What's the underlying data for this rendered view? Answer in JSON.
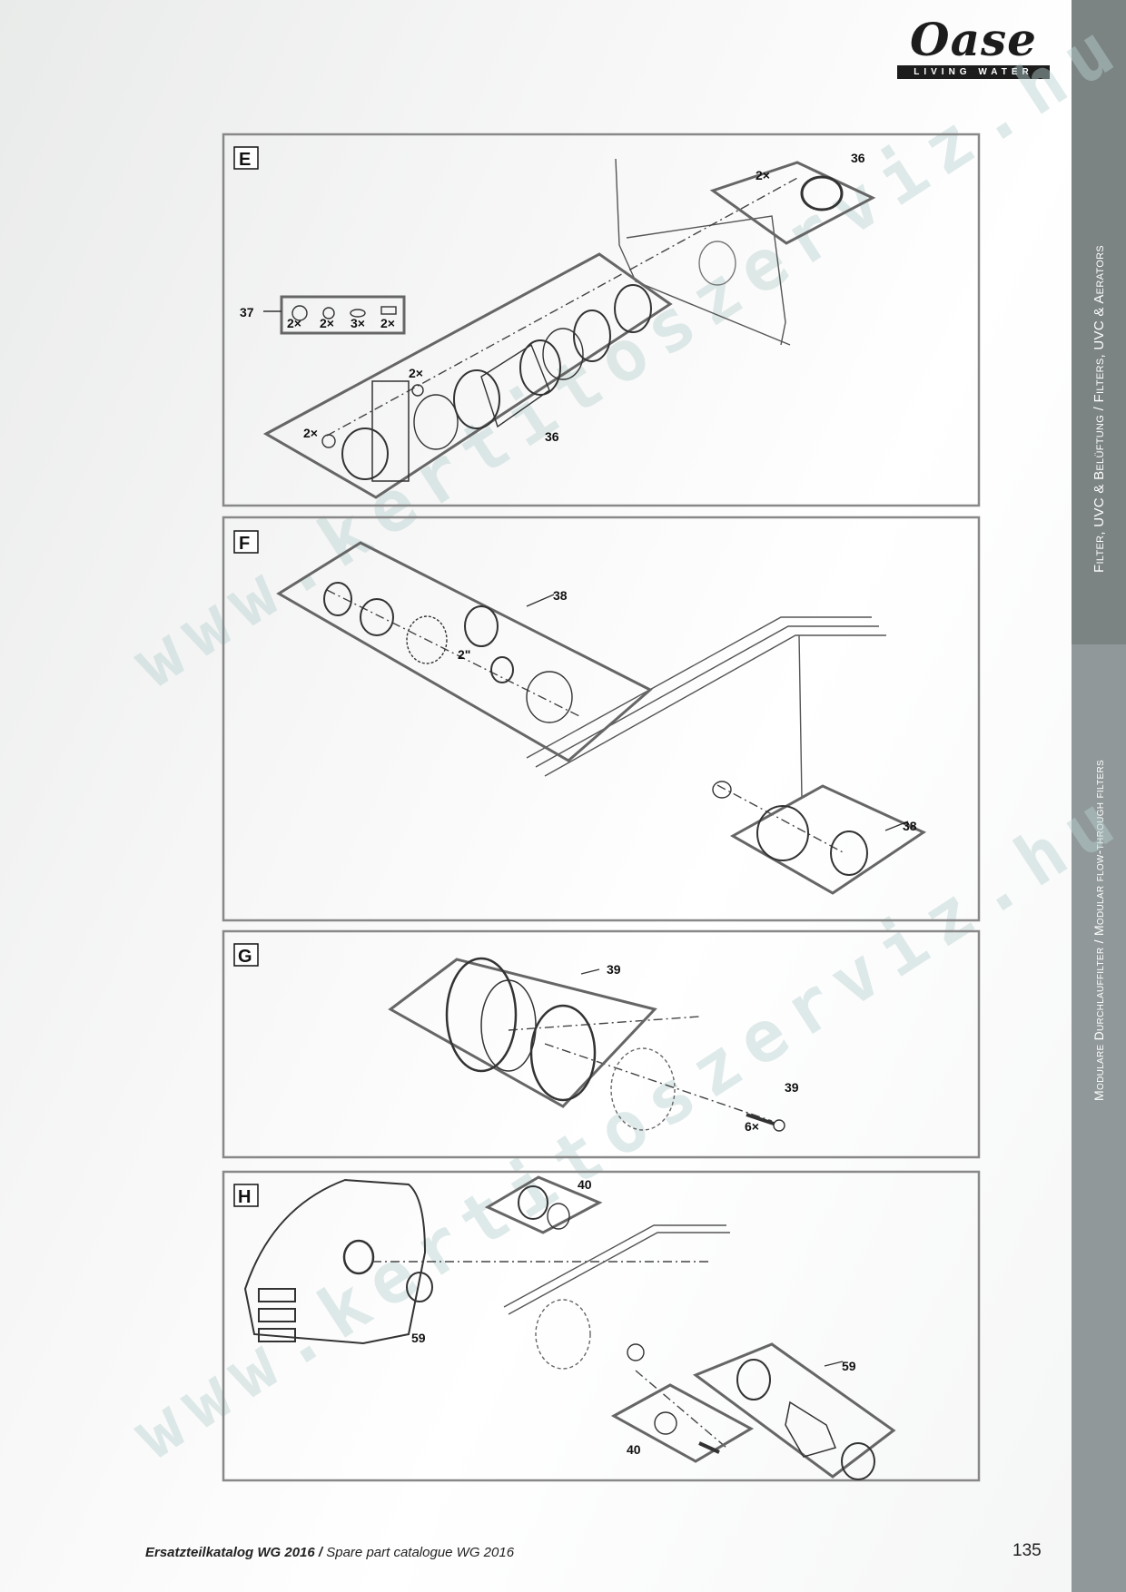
{
  "logo": {
    "brand": "Oase",
    "tagline": "LIVING WATER"
  },
  "sidebar": {
    "section_active": "Filter, UVC & Belüftung / Filters, UVC & Aerators",
    "section_current": "Modulare Durchlauffilter / Modular flow-through filters"
  },
  "watermark": {
    "text": "www.kertitoszerviz.hu"
  },
  "panels": {
    "E": {
      "letter": "E",
      "labels": {
        "p36_top": "36",
        "qty_top": "2×",
        "p37": "37",
        "q1": "2×",
        "q2": "2×",
        "q3": "3×",
        "q4": "2×",
        "qty_nut": "2×",
        "qty_cap": "2×",
        "p36_bottom": "36"
      }
    },
    "F": {
      "letter": "F",
      "labels": {
        "p38_top": "38",
        "size": "2\"",
        "p38_bottom": "38"
      }
    },
    "G": {
      "letter": "G",
      "labels": {
        "p39_top": "39",
        "p39_screw": "39",
        "qty_screw": "6×"
      }
    },
    "H": {
      "letter": "H",
      "labels": {
        "p40_top": "40",
        "p59_left": "59",
        "p59_right": "59",
        "p40_bottom": "40"
      }
    }
  },
  "footer": {
    "title_de": "Ersatzteilkatalog WG 2016 /",
    "title_en": " Spare part catalogue WG 2016",
    "page": "135"
  }
}
